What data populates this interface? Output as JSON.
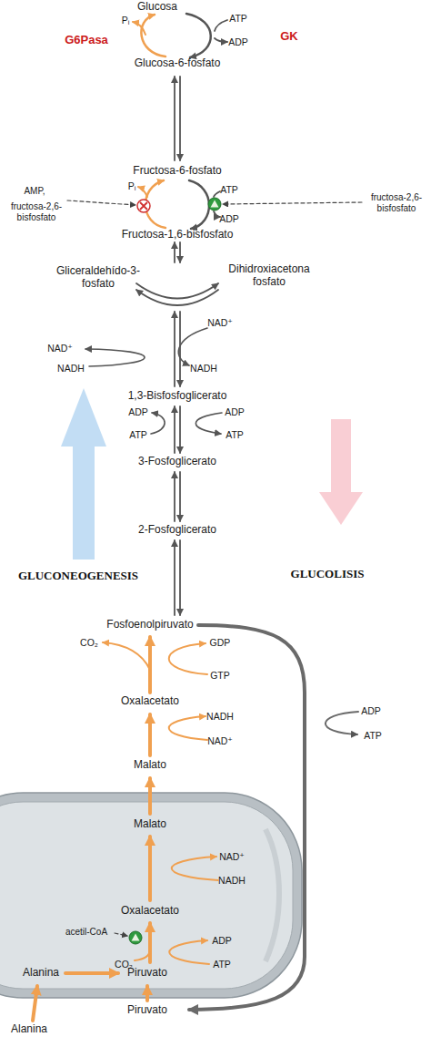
{
  "diagram": {
    "nodes": [
      {
        "text": [
          "Malato",
          "NAD⁺",
          "NADH",
          "Oxalacetato",
          "acetil-CoA",
          "ADP",
          "ATP",
          "CO₂",
          "Alanina",
          "Piruvato"
        ]
      }
    ],
    "labels": [
      "Glucosa",
      "Pᵢ",
      "ATP",
      "G6Pasa",
      "GK",
      "ADP",
      "Glucosa-6-fosfato",
      "Fructosa-6-fosfato",
      "Pᵢ",
      "ATP",
      "AMP,",
      "fructosa-2,6-bisfosfato",
      "fructosa-2,6-bisfosfato",
      "ADP",
      "Fructosa-1,6-bisfosfato",
      "Gliceraldehído-3-fosfato",
      "Dihidroxiacetona fosfato",
      "NAD⁺",
      "NAD⁺",
      "NADH",
      "NADH",
      "1,3-Bisfosfoglicerato",
      "ADP",
      "ADP",
      "ATP",
      "ATP",
      "3-Fosfoglicerato",
      "2-Fosfoglicerato",
      "GLUCONEOGENESIS",
      "GLUCOLISIS",
      "Fosfoenolpiruvato",
      "CO₂",
      "GDP",
      "GTP",
      "Oxalacetato",
      "NADH",
      "NAD⁺",
      "ADP",
      "ATP",
      "Malato",
      "Piruvato",
      "Alanina"
    ]
  }
}
